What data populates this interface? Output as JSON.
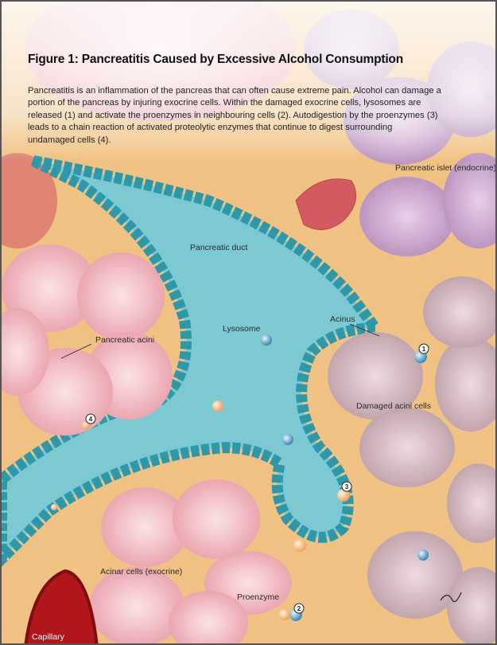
{
  "figure": {
    "title": "Figure 1: Pancreatitis Caused by Excessive Alcohol Consumption",
    "description": "Pancreatitis is an inflammation of the pancreas that can often cause extreme pain. Alcohol can damage a portion of the pancreas by injuring exocrine cells. Within the damaged exocrine cells, lysosomes are released (1) and activate the proenzymes in neighbouring cells (2). Autodigestion by the proenzymes (3) leads to a chain reaction of activated proteolytic enzymes that continue to digest surrounding undamaged cells (4)."
  },
  "labels": {
    "islet": "Pancreatic islet (endocrine)",
    "duct": "Pancreatic duct",
    "acini": "Pancreatic acini",
    "lysosome": "Lysosome",
    "acinus": "Acinus",
    "damaged": "Damaged acini cells",
    "acinar": "Acinar cells (exocrine)",
    "proenzyme": "Proenzyme",
    "capillary": "Capillary"
  },
  "markers": [
    "1",
    "2",
    "3",
    "4"
  ],
  "colors": {
    "tissue": "#f0c283",
    "duct": "#3aa6b5",
    "acini": "#f2b9c0",
    "islet": "#c9a6cc",
    "damaged": "#cdb1b8",
    "capillary": "#b0161c"
  }
}
